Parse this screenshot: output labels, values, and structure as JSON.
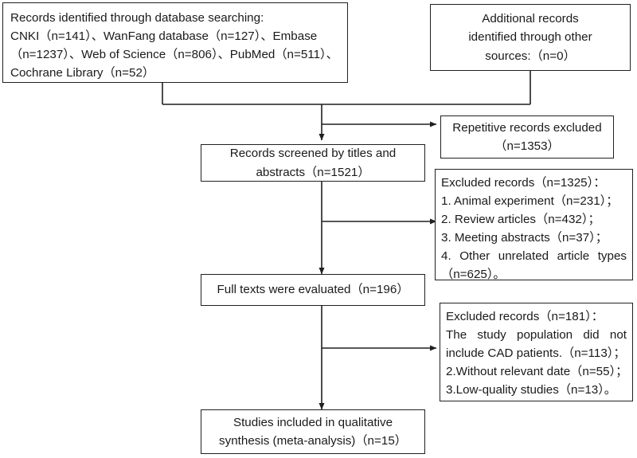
{
  "diagram": {
    "title": "PRISMA study selection flow diagram",
    "stroke_color": "#231f20",
    "text_color": "#1a1a1a",
    "background": "#ffffff"
  },
  "boxes": {
    "database_search": {
      "name": "records-identified-database-searching",
      "lines": [
        "Records identified through database searching:",
        "CNKI（n=141）、WanFang database（n=127）、Embase",
        "（n=1237）、Web of Science（n=806）、PubMed（n=511）、",
        "Cochrane Library（n=52）"
      ]
    },
    "other_sources": {
      "name": "additional-records-other-sources",
      "lines": [
        "Additional records",
        "identified through other",
        "sources:（n=0）"
      ]
    },
    "duplicates_removed": {
      "name": "repetitive-records-excluded",
      "lines": [
        "Repetitive records excluded",
        "（n=1353）"
      ]
    },
    "screened": {
      "name": "records-screened-titles-abstracts",
      "lines": [
        "Records screened by titles and",
        "abstracts（n=1521）"
      ]
    },
    "excluded_screening": {
      "name": "excluded-records-screening",
      "lines": [
        "Excluded records（n=1325）：",
        "1. Animal experiment（n=231）；",
        "2. Review articles（n=432）；",
        "3. Meeting abstracts（n=37）；",
        "4. Other unrelated article types",
        "（n=625）。"
      ],
      "justified_line_index": 4
    },
    "full_text": {
      "name": "full-texts-evaluated",
      "lines": [
        "Full texts were evaluated（n=196）"
      ]
    },
    "excluded_fulltext": {
      "name": "excluded-records-full-text",
      "lines": [
        "Excluded records（n=181）：",
        "The study population did not",
        "include CAD patients.（n=113）；",
        "2.Without relevant date（n=55）；",
        "3.Low-quality studies（n=13）。"
      ],
      "justified_line_index": 1
    },
    "included": {
      "name": "studies-included-qualitative-synthesis",
      "lines": [
        "Studies included in qualitative",
        "synthesis (meta-analysis)（n=15）"
      ]
    }
  }
}
